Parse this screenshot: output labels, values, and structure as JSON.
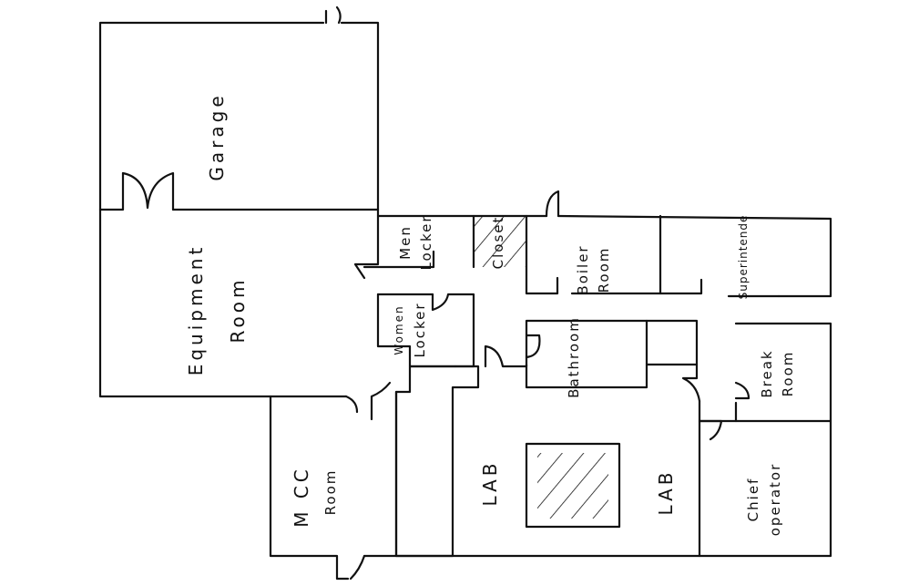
{
  "title": "Floor plan sketch",
  "rooms": {
    "garage": "Garage",
    "equipment_1": "Equipment",
    "equipment_2": "Room",
    "men_1": "Men",
    "men_2": "Locker",
    "closet": "Closet",
    "boiler_1": "Boiler",
    "boiler_2": "Room",
    "superintendent": "Superintende",
    "women_1": "Women",
    "women_2": "Locker",
    "bathroom": "Bathroom",
    "break_1": "Break",
    "break_2": "Room",
    "mcc_1": "M CC",
    "mcc_2": "Room",
    "lab_left": "LAB",
    "lab_right": "LAB",
    "chief_1": "Chief",
    "chief_2": "operator"
  },
  "colors": {
    "ink": "#111111",
    "paper": "#ffffff"
  }
}
